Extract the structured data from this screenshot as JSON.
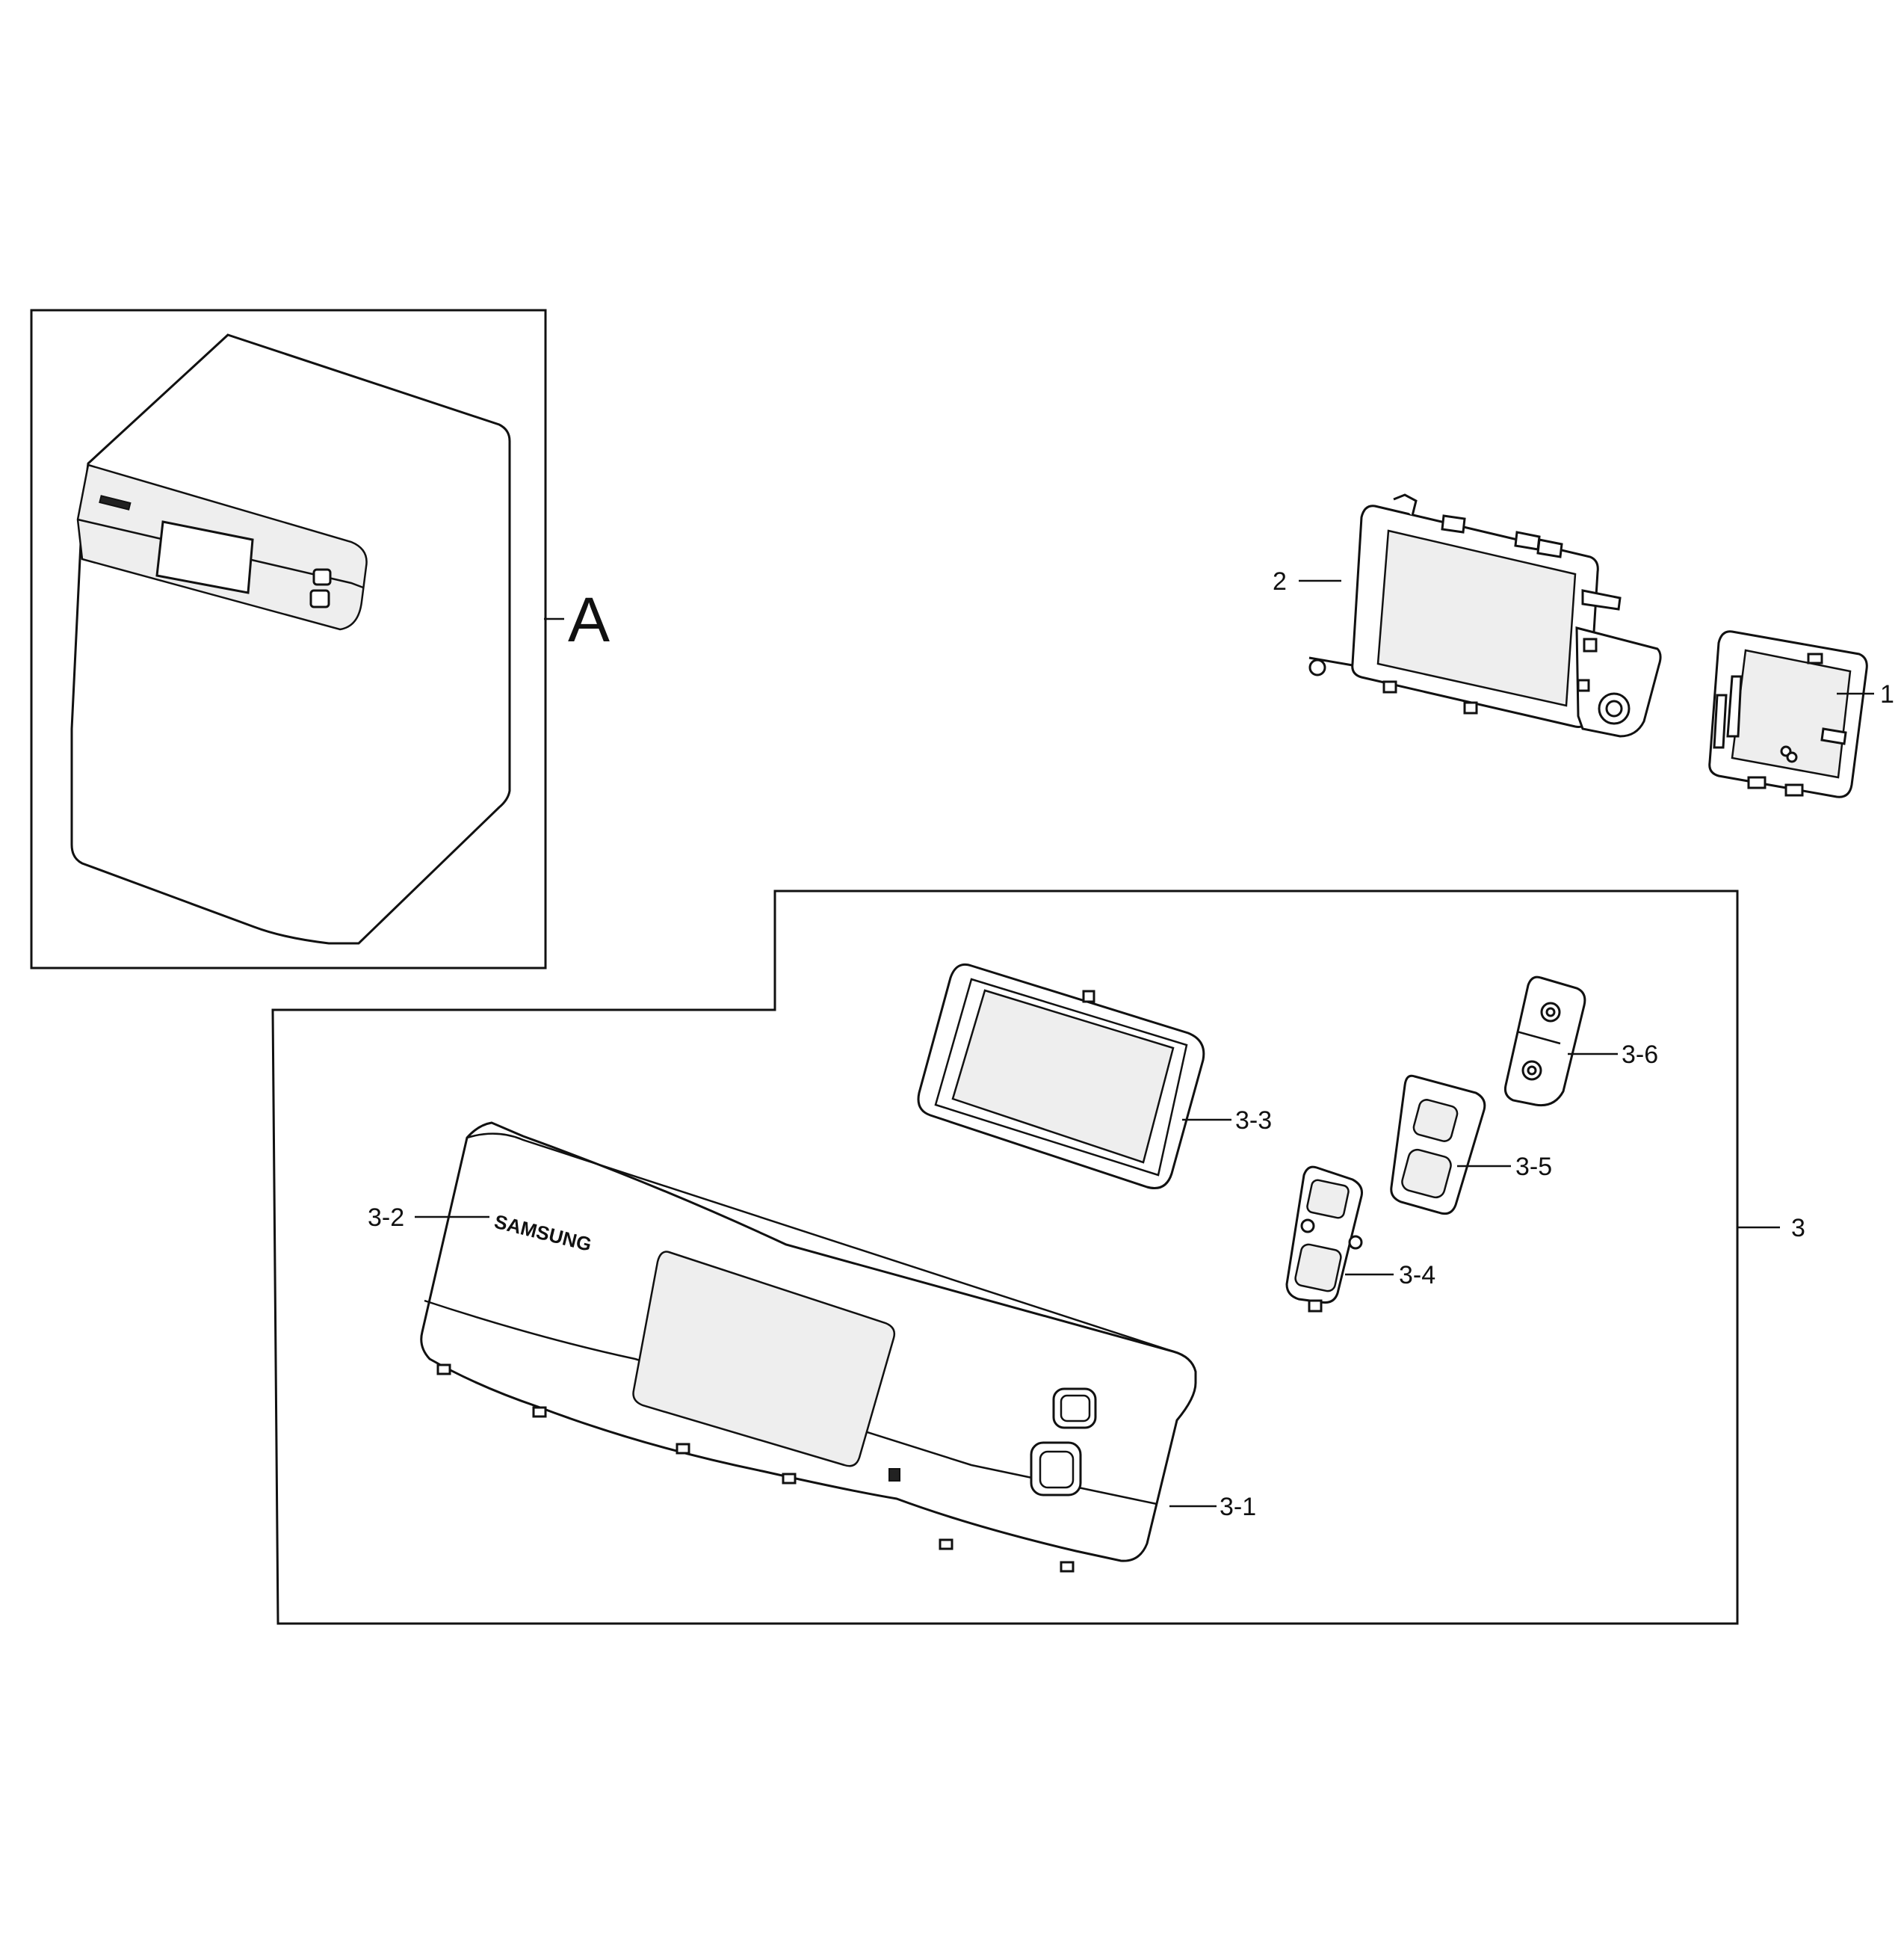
{
  "diagram": {
    "view_label": "A",
    "logo_text": "SAMSUNG",
    "callouts": {
      "p1": "1",
      "p2": "2",
      "p3": "3",
      "p3_1": "3-1",
      "p3_2": "3-2",
      "p3_3": "3-3",
      "p3_4": "3-4",
      "p3_5": "3-5",
      "p3_6": "3-6"
    }
  }
}
